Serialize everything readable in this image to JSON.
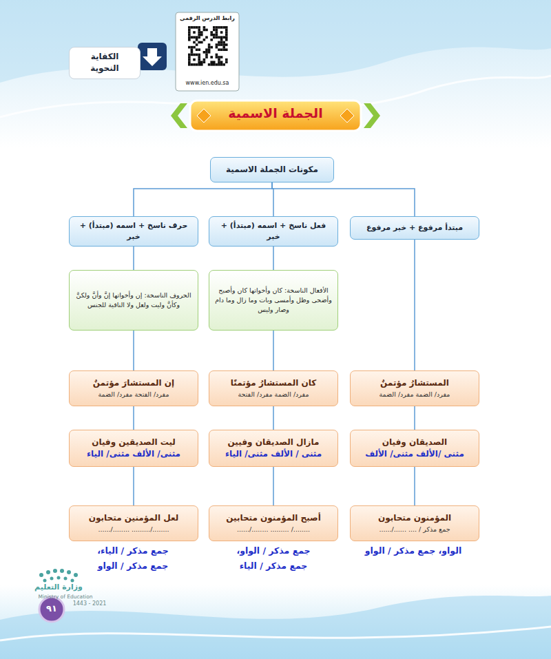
{
  "diagram": {
    "title": "الجملة الاسمية",
    "nodes": [
      {
        "text": [
          "الكفاية النحوية"
        ]
      },
      {
        "text": [
          "مكونات الجملة الاسمية"
        ]
      },
      {
        "text": [
          "مبتدأ مرفوع + خبر مرفوع"
        ]
      },
      {
        "text": [
          "فعل ناسخ + اسمه (مبتدأ) + خبر"
        ]
      },
      {
        "text": [
          "حرف ناسخ + اسمه (مبتدأ) + خبر"
        ]
      },
      {
        "text": [
          "الأفعال الناسخة: كان وأخواتها كان وأصبح وأضحى وظل وأمسى وبات وما زال وما دام وصار وليس"
        ]
      },
      {
        "text": [
          "الحروف الناسخة: إن وأخواتها إنَّ وأنَّ ولكنَّ وكأنَّ وليت ولعل ولا النافية للجنس"
        ]
      },
      {
        "text": [
          "المستشارُ مؤتمنٌ",
          "مفرد/ الضمة مفرد/ الضمة"
        ]
      },
      {
        "text": [
          "الصديقان وفيان",
          "مثنى /الألف مثنى/ الألف"
        ]
      },
      {
        "text": [
          "المؤمنون متحابون",
          "جمع مذكر / .... ....../......"
        ]
      },
      {
        "text": [
          "كان المستشارُ مؤتمنًا",
          "مفرد/ الضمة مفرد/ الفتحة"
        ]
      },
      {
        "text": [
          "مازال الصديقان وفيين",
          "مثنى / الألف مثنى/ الياء"
        ]
      },
      {
        "text": [
          "أصبح المؤمنون متحابين",
          "......../ ......... ......../......"
        ]
      },
      {
        "text": [
          "إن المستشارَ مؤتمنٌ",
          "مفرد/ الفتحة مفرد/ الضمة"
        ]
      },
      {
        "text": [
          "ليت الصديقين وفيان",
          "مثنى/ الألف مثنى/ الياء"
        ]
      },
      {
        "text": [
          "لعل المؤمنين متحابون",
          "......../......... ......../......"
        ]
      }
    ],
    "edges": [
      {
        "from": 1,
        "to": 2,
        "arrow": "none"
      },
      {
        "from": 1,
        "to": 3,
        "arrow": "none"
      },
      {
        "from": 1,
        "to": 4,
        "arrow": "none"
      },
      {
        "from": 2,
        "to": 7,
        "arrow": "none"
      },
      {
        "from": 3,
        "to": 5,
        "arrow": "none"
      },
      {
        "from": 4,
        "to": 6,
        "arrow": "none"
      },
      {
        "from": 7,
        "to": 8,
        "arrow": "none"
      },
      {
        "from": 8,
        "to": 9,
        "arrow": "none"
      },
      {
        "from": 5,
        "to": 10,
        "arrow": "none"
      },
      {
        "from": 10,
        "to": 11,
        "arrow": "none"
      },
      {
        "from": 11,
        "to": 12,
        "arrow": "none"
      },
      {
        "from": 6,
        "to": 13,
        "arrow": "none"
      },
      {
        "from": 13,
        "to": 14,
        "arrow": "none"
      },
      {
        "from": 14,
        "to": 15,
        "arrow": "none"
      }
    ],
    "labels": [
      "رابط الدرس الرقمي",
      "www.ien.edu.sa",
      "الواو، جمع مذكر / الواو",
      "جمع مذكر / الواو،",
      "جمع مذكر / الياء",
      "جمع مذكر / الياء،",
      "جمع مذكر / الواو",
      "٩١",
      "وزارة التعليم",
      "Ministry of Education",
      "2021 - 1443"
    ]
  }
}
